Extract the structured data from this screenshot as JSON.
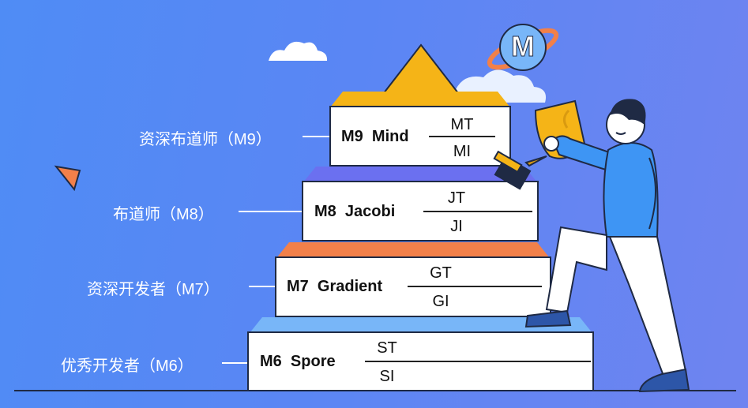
{
  "levels": [
    {
      "label": "资深布道师（M9）",
      "code": "M9",
      "name": "Mind",
      "top_tier": "MT",
      "bottom_tier": "MI",
      "band_color": "#f5b417"
    },
    {
      "label": "布道师（M8）",
      "code": "M8",
      "name": "Jacobi",
      "top_tier": "JT",
      "bottom_tier": "JI",
      "band_color": "#6b70f0"
    },
    {
      "label": "资深开发者（M7）",
      "code": "M7",
      "name": "Gradient",
      "top_tier": "GT",
      "bottom_tier": "GI",
      "band_color": "#f2804a"
    },
    {
      "label": "优秀开发者（M6）",
      "code": "M6",
      "name": "Spore",
      "top_tier": "ST",
      "bottom_tier": "SI",
      "band_color": "#78b6f8"
    }
  ],
  "logo_letter": "M",
  "colors": {
    "background": "#5a86f4",
    "trophy": "#f5b417",
    "shirt": "#3e95f4",
    "shoes": "#2d56a8"
  }
}
